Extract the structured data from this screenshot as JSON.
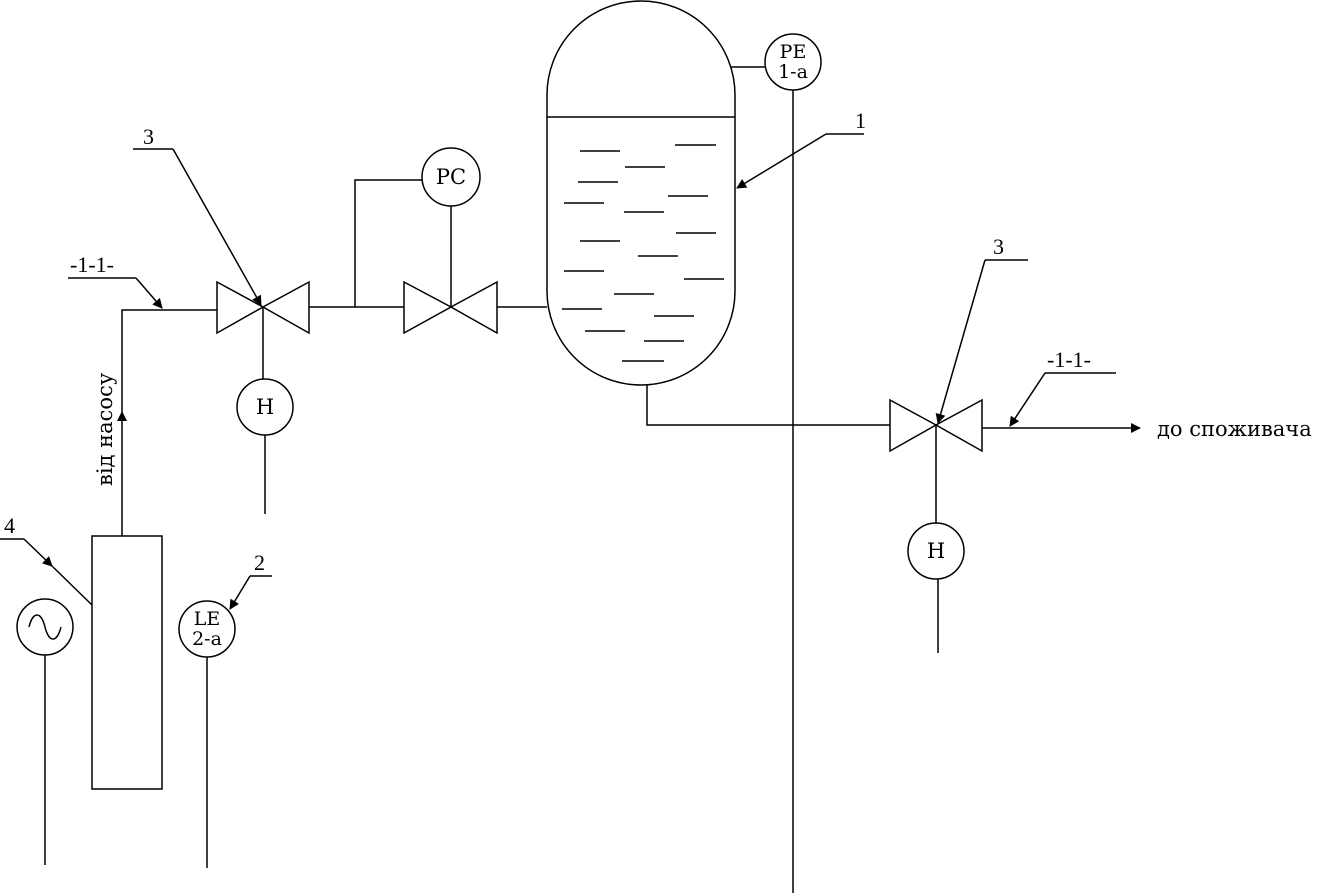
{
  "labels": {
    "inlet": "від насосу",
    "outlet": "до споживача",
    "pipe_left": "-1-1-",
    "pipe_right": "-1-1-"
  },
  "callouts": {
    "tank": "1",
    "level_sensor": "2",
    "valve_left": "3",
    "valve_right": "3",
    "pump": "4"
  },
  "instruments": {
    "pe": {
      "line1": "PE",
      "line2": "1-a"
    },
    "le": {
      "line1": "LE",
      "line2": "2-a"
    },
    "pc": "PC",
    "h_left": "H",
    "h_right": "H"
  }
}
